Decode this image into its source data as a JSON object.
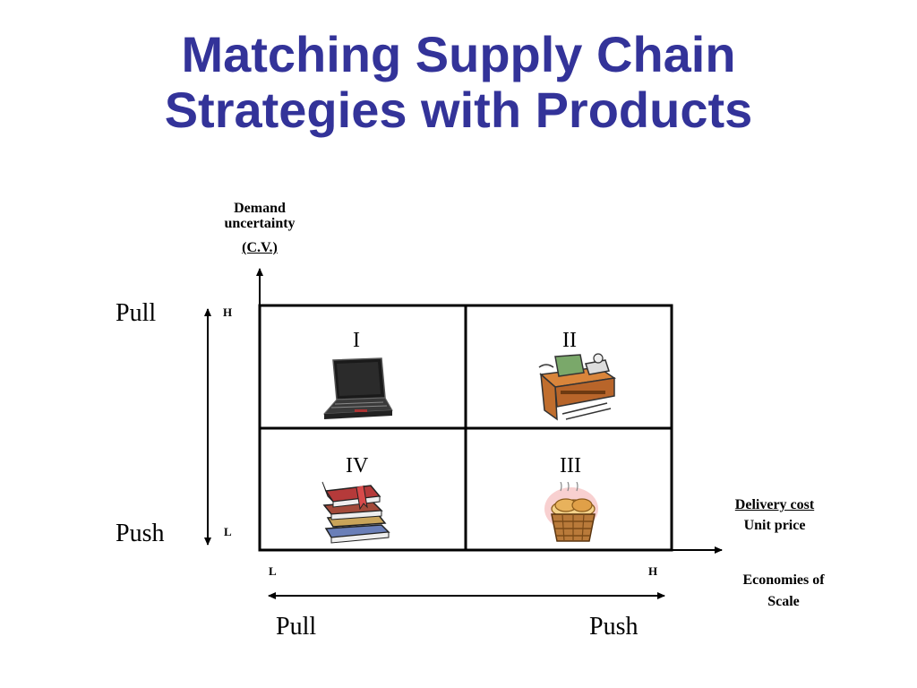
{
  "slide": {
    "title_line1": "Matching Supply Chain",
    "title_line2": "Strategies with Products"
  },
  "y_axis": {
    "label_line1": "Demand",
    "label_line2": "uncertainty",
    "label_sub": "(C.V.)",
    "high": "H",
    "low": "L",
    "top_strategy": "Pull",
    "bottom_strategy": "Push"
  },
  "x_axis": {
    "label_line1": "Delivery cost",
    "label_line2": "Unit price",
    "label2_line1": "Economies of",
    "label2_line2": "Scale",
    "low": "L",
    "high": "H",
    "left_strategy": "Pull",
    "right_strategy": "Push"
  },
  "quadrants": [
    {
      "numeral": "I",
      "icon": "laptop-icon"
    },
    {
      "numeral": "II",
      "icon": "office-desk-icon"
    },
    {
      "numeral": "III",
      "icon": "bread-basket-icon"
    },
    {
      "numeral": "IV",
      "icon": "books-icon"
    }
  ],
  "colors": {
    "title": "#333399",
    "lines": "#000000"
  }
}
